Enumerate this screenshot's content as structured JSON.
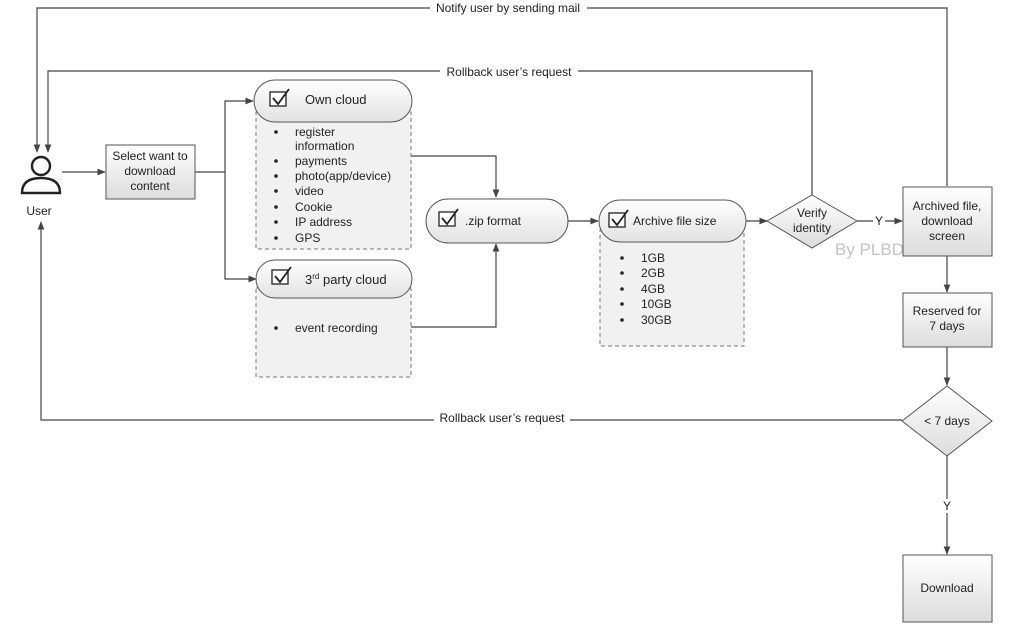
{
  "edges": {
    "notify_mail": "Notify user by sending mail",
    "rollback_top": "Rollback user’s request",
    "rollback_bottom": "Rollback user’s request",
    "yes_verify": "Y",
    "yes_days": "Y"
  },
  "nodes": {
    "user": "User",
    "select": [
      "Select want to",
      "download",
      "content"
    ],
    "own_cloud": {
      "title": "Own cloud",
      "items": [
        "register",
        "information",
        "payments",
        "photo(app/device)",
        "video",
        "Cookie",
        "IP address",
        "GPS"
      ]
    },
    "third_party": {
      "title_main": "3",
      "title_sup": "rd",
      "title_rest": " party cloud",
      "items": [
        "event recording"
      ]
    },
    "zip": ".zip format",
    "archive_size": {
      "title": "Archive file size",
      "items": [
        "1GB",
        "2GB",
        "4GB",
        "10GB",
        "30GB"
      ]
    },
    "verify": [
      "Verify",
      "identity"
    ],
    "archived": [
      "Archived file,",
      "download",
      "screen"
    ],
    "reserved": [
      "Reserved for",
      "7 days"
    ],
    "days": "< 7 days",
    "download": "Download"
  },
  "watermark": "By PLBD"
}
